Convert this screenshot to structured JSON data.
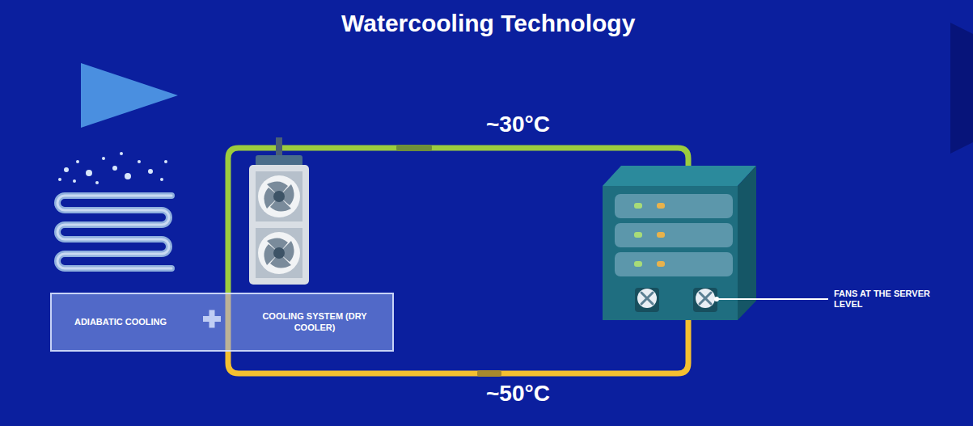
{
  "diagram": {
    "title": "Watercooling Technology",
    "nodes": [
      {
        "text": [
          "ADIABATIC COOLING",
          "COOLING SYSTEM (DRY COOLER)"
        ]
      }
    ],
    "labels": [
      "~30°C",
      "~50°C",
      "FANS AT THE SERVER LEVEL"
    ]
  }
}
